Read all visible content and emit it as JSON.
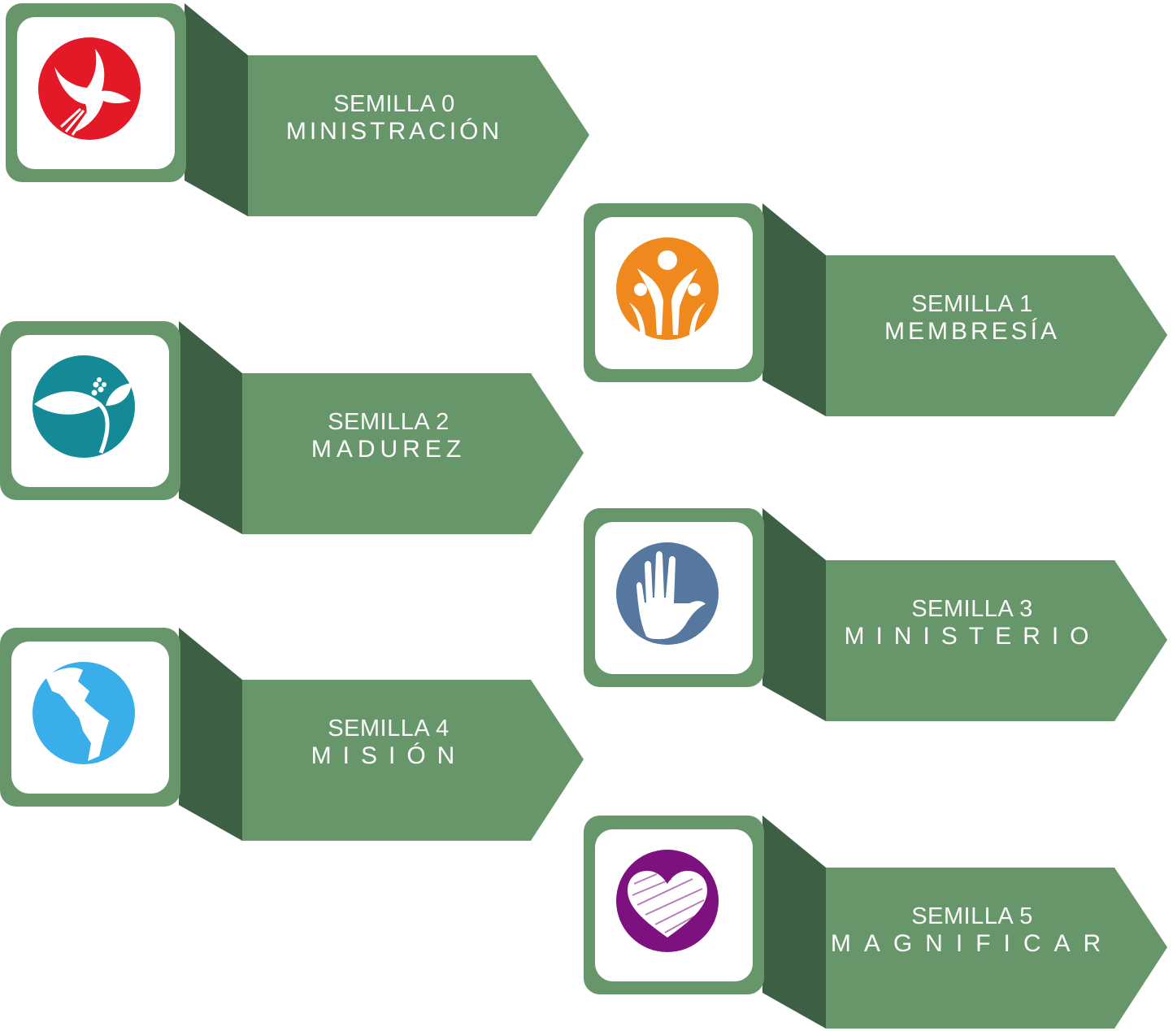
{
  "colors": {
    "panel": "#68966B",
    "panel_dark": "#3D5F44",
    "card": "#ffffff",
    "text": "#ffffff"
  },
  "seeds": [
    {
      "subtitle": "SEMILLA 0",
      "name": "MINISTRACIÓN",
      "icon": "dove-icon",
      "icon_color": "#E31927"
    },
    {
      "subtitle": "SEMILLA 1",
      "name": "MEMBRESÍA",
      "icon": "family-icon",
      "icon_color": "#F0891D"
    },
    {
      "subtitle": "SEMILLA 2",
      "name": "MADUREZ",
      "icon": "leaf-sprout-icon",
      "icon_color": "#138A96"
    },
    {
      "subtitle": "SEMILLA 3",
      "name": "MINISTERIO",
      "icon": "hand-icon",
      "icon_color": "#56789E"
    },
    {
      "subtitle": "SEMILLA 4",
      "name": "MISIÓN",
      "icon": "americas-globe-icon",
      "icon_color": "#3AAEE8"
    },
    {
      "subtitle": "SEMILLA 5",
      "name": "MAGNIFICAR",
      "icon": "heart-icon",
      "icon_color": "#7D1180"
    }
  ]
}
